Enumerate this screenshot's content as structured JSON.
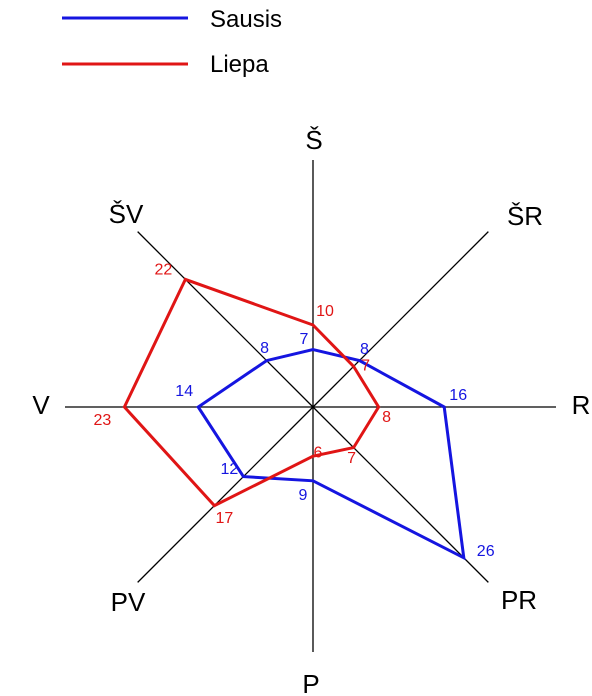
{
  "chart_data": {
    "type": "radar",
    "directions": [
      "Š",
      "ŠR",
      "R",
      "PR",
      "P",
      "PV",
      "V",
      "ŠV"
    ],
    "series": [
      {
        "name": "Sausis",
        "color": "#1515e0",
        "values": [
          7,
          8,
          16,
          26,
          9,
          12,
          14,
          8
        ]
      },
      {
        "name": "Liepa",
        "color": "#e01515",
        "values": [
          10,
          7,
          8,
          7,
          6,
          17,
          23,
          22
        ]
      }
    ],
    "legend_placement": "top-left"
  }
}
